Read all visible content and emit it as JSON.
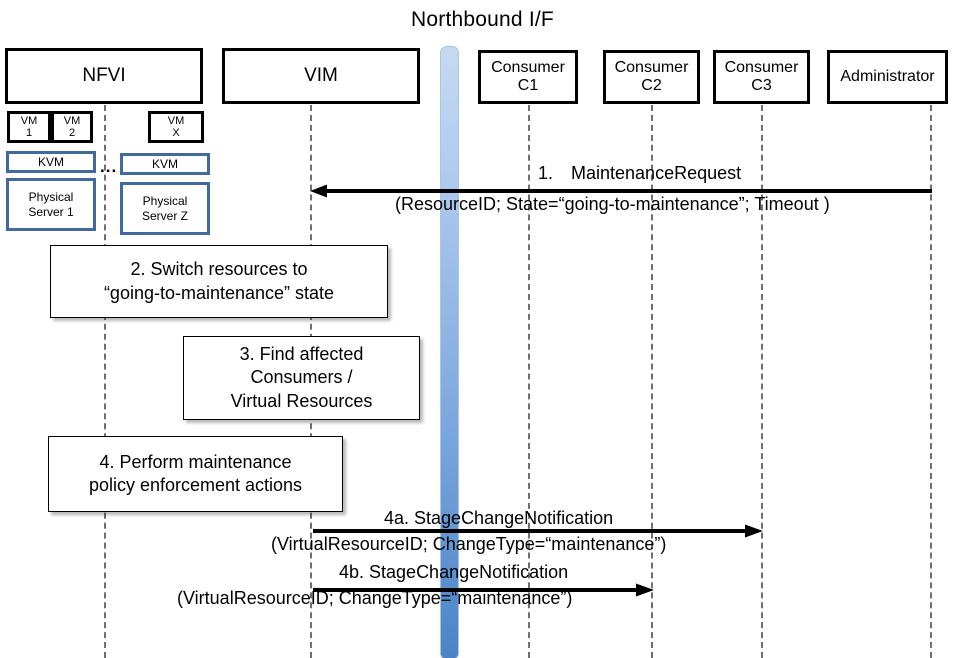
{
  "title": "Northbound I/F",
  "colors": {
    "interface_bar_top": "#c6d9f1",
    "interface_bar_bottom": "#4a84c6",
    "blue_block_border": "#41699b",
    "actor_border": "#000000",
    "lifeline": "#6f6f6f"
  },
  "actors": [
    {
      "id": "nfvi",
      "label": "NFVI"
    },
    {
      "id": "vim",
      "label": "VIM"
    },
    {
      "id": "c1",
      "label": "Consumer\nC1"
    },
    {
      "id": "c2",
      "label": "Consumer\nC2"
    },
    {
      "id": "c3",
      "label": "Consumer\nC3"
    },
    {
      "id": "admin",
      "label": "Administrator"
    }
  ],
  "nfvi_internals": {
    "vms": [
      {
        "label": "VM\n1"
      },
      {
        "label": "VM\n2"
      },
      {
        "label": "VM\nX"
      }
    ],
    "hypervisors": [
      {
        "label": "KVM"
      },
      {
        "label": "KVM"
      }
    ],
    "servers": [
      {
        "label": "Physical\nServer 1"
      },
      {
        "label": "Physical\nServer Z"
      }
    ],
    "ellipsis": "..."
  },
  "steps": [
    {
      "id": "step2",
      "text": "2. Switch resources to\n“going-to-maintenance” state"
    },
    {
      "id": "step3",
      "text": "3. Find affected\nConsumers /\nVirtual Resources"
    },
    {
      "id": "step4",
      "text": "4. Perform maintenance\npolicy enforcement actions"
    }
  ],
  "messages": [
    {
      "id": "msg1",
      "number": "1.",
      "name": "MaintenanceRequest",
      "title": "1. MaintenanceRequest",
      "params": "(ResourceID; State=“going-to-maintenance”; Timeout )",
      "from": "admin",
      "to": "vim",
      "direction": "left"
    },
    {
      "id": "msg4a",
      "number": "4a.",
      "name": "StageChangeNotification",
      "title": "4a. StageChangeNotification",
      "params": "(VirtualResourceID; ChangeType=“maintenance”)",
      "from": "vim",
      "to": "c3",
      "direction": "right"
    },
    {
      "id": "msg4b",
      "number": "4b.",
      "name": "StageChangeNotification",
      "title": "4b. StageChangeNotification",
      "params": "(VirtualResourceID; ChangeType=“maintenance”)",
      "from": "vim",
      "to": "c2",
      "direction": "right"
    }
  ]
}
